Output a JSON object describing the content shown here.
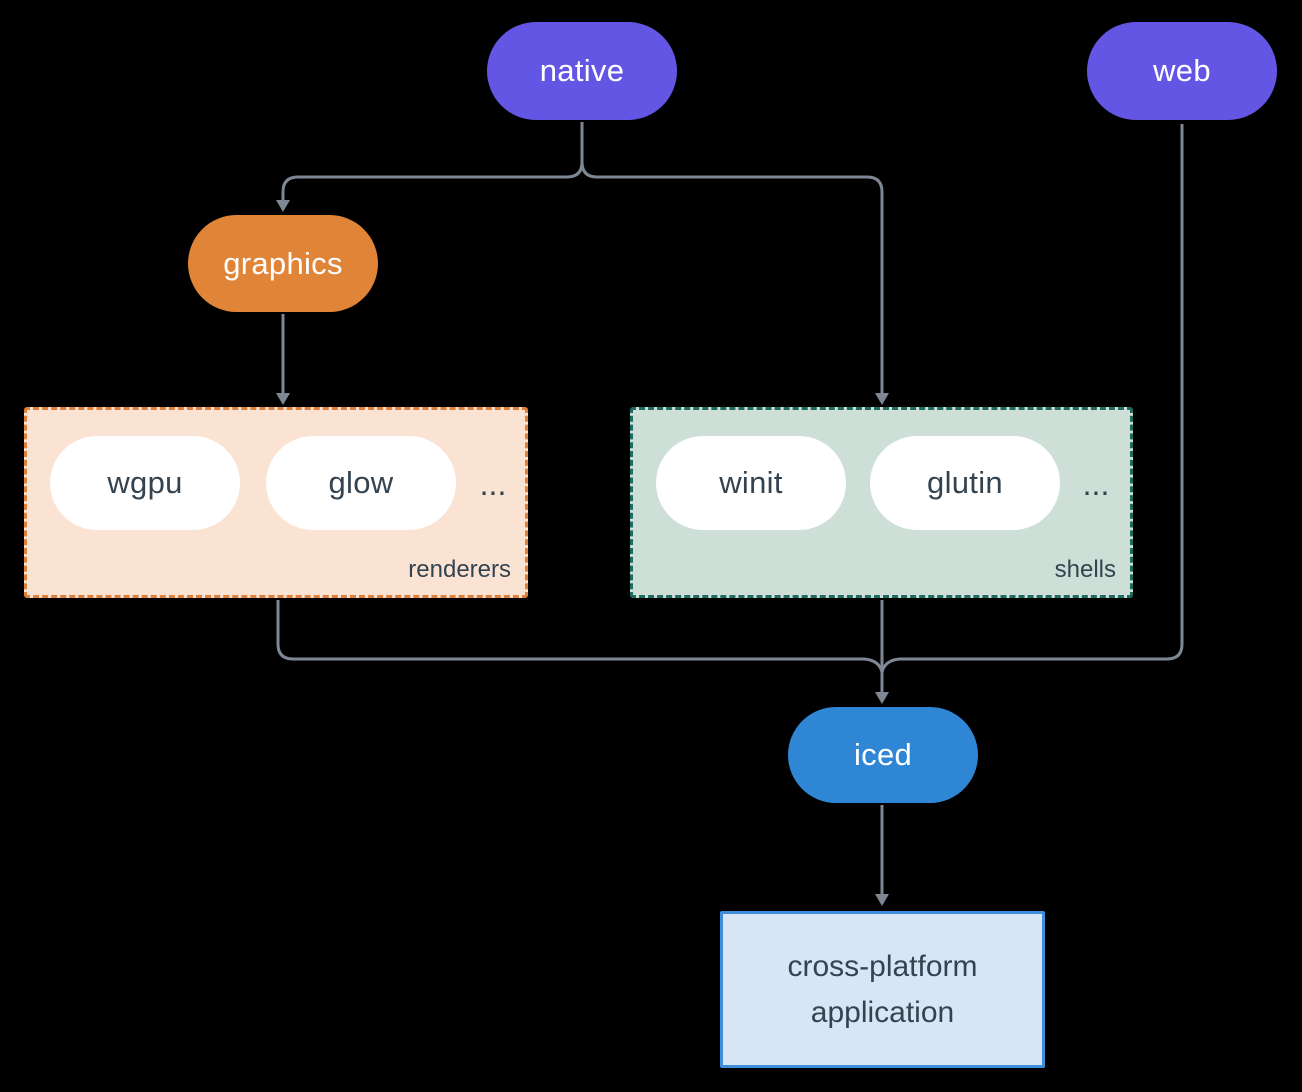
{
  "diagram": {
    "nodes": {
      "native": {
        "label": "native"
      },
      "web": {
        "label": "web"
      },
      "graphics": {
        "label": "graphics"
      },
      "wgpu": {
        "label": "wgpu"
      },
      "glow": {
        "label": "glow"
      },
      "winit": {
        "label": "winit"
      },
      "glutin": {
        "label": "glutin"
      },
      "iced": {
        "label": "iced"
      },
      "app": {
        "line1": "cross-platform",
        "line2": "application"
      }
    },
    "groups": {
      "renderers": {
        "label": "renderers",
        "ellipsis": "..."
      },
      "shells": {
        "label": "shells",
        "ellipsis": "..."
      }
    }
  },
  "colors": {
    "bg": "#000000",
    "purple": "#6456E4",
    "orange": "#E08438",
    "blue": "#2E86D5",
    "peach-fill": "#FAE3D3",
    "peach-border": "#E0813B",
    "sage-fill": "#CEDFD8",
    "sage-border": "#1E6B60",
    "app-fill": "#D7E6F5",
    "app-border": "#3F8ED9",
    "line": "#7D8894",
    "dark-text": "#344350",
    "white-text": "#FFFFFF"
  }
}
